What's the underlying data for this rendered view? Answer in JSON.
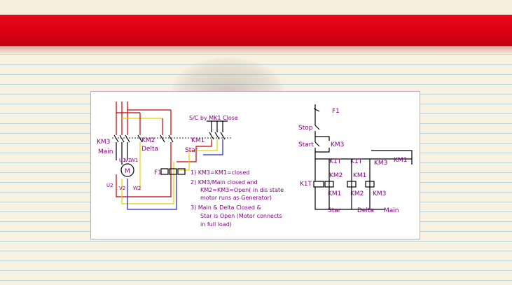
{
  "diagram": {
    "power": {
      "km3": "KM3",
      "main": "Main",
      "km2": "KM2",
      "delta": "Delta",
      "km1": "KM1",
      "star": "Star",
      "motor": "M",
      "f1": "F1",
      "u1": "U1",
      "v1": "V1",
      "w1": "W1",
      "u2": "U2",
      "v2": "V2",
      "w2": "W2",
      "sc_note": "S/C by MK1 Close"
    },
    "notes": {
      "n1": "1)  KM3=KM1=closed",
      "n2a": "2)  KM3/Main closed and",
      "n2b": "KM2=KM3=Open( in dis state",
      "n2c": "motor runs as Generator)",
      "n3a": "3)  Main & Delta Closed &",
      "n3b": "Star is Open (Motor connects",
      "n3c": "in full load)"
    },
    "control": {
      "f1": "F1",
      "stop": "Stop",
      "start": "Start",
      "km3_hold": "KM3",
      "k1t_a": "K1T",
      "k1t_b": "K1T",
      "km3_b": "KM3",
      "km1_b": "KM1",
      "km2_int": "KM2",
      "km1_int": "KM1",
      "k1t_coil": "K1T",
      "coil_km1": "KM1",
      "coil_km2": "KM2",
      "coil_km3": "KM3",
      "lbl_star": "Star",
      "lbl_delta": "Delta",
      "lbl_main": "Main"
    }
  }
}
